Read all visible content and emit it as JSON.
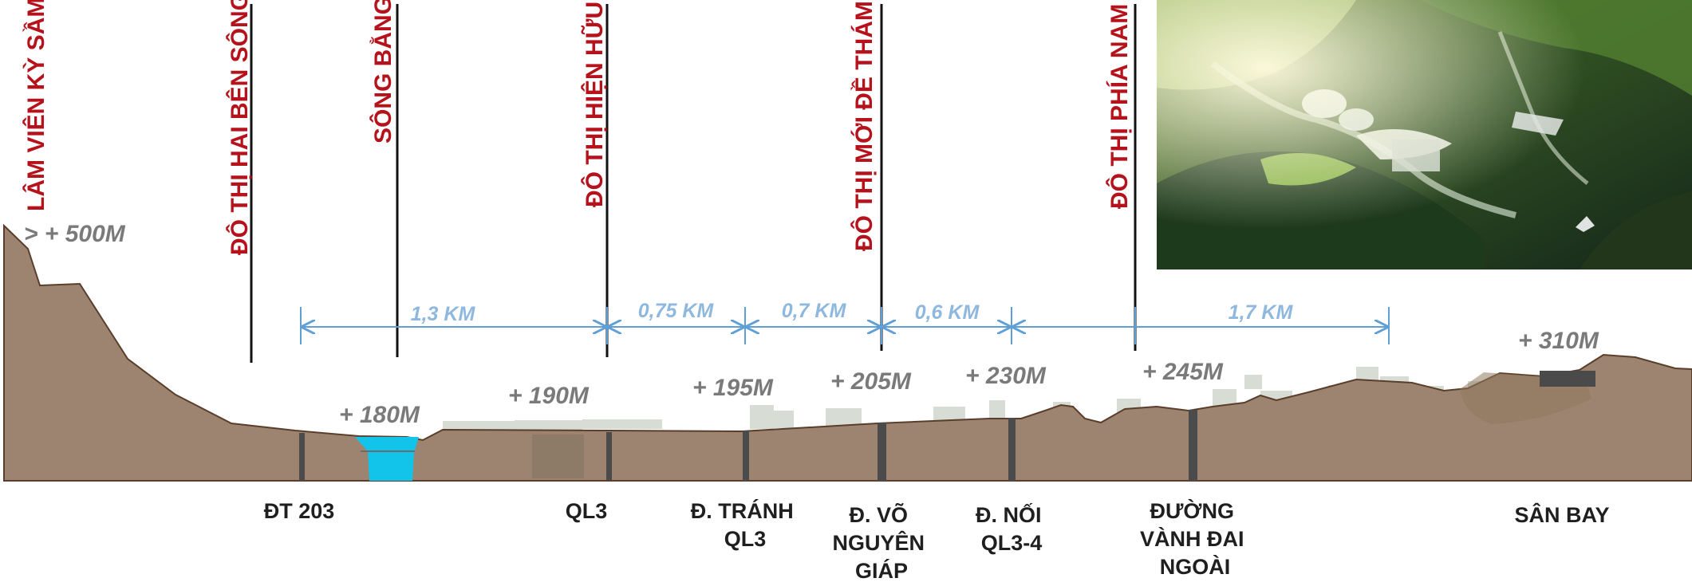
{
  "colors": {
    "terrain": "#9d8470",
    "terrain_edge": "#5a3e2b",
    "river": "#12c3ea",
    "zone_text": "#b5121b",
    "elevation_text": "#7a7a7a",
    "distance_text": "#8fb8de",
    "road_text": "#1f1f1f",
    "pillar": "#4b4b4b",
    "city_silhouette": "#d7dcd4"
  },
  "zones": [
    {
      "id": "lam-vien",
      "label": "LÂM VIÊN KỲ SẦM"
    },
    {
      "id": "hai-ben-song",
      "label": "ĐÔ THỊ HAI BÊN SÔNG"
    },
    {
      "id": "song-bang",
      "label": "SÔNG BẰNG"
    },
    {
      "id": "hien-huu",
      "label": "ĐÔ THỊ HIỆN HỮU"
    },
    {
      "id": "moi-de-tham",
      "label": "ĐÔ THỊ MỚI ĐỀ THÁM"
    },
    {
      "id": "phia-nam",
      "label": "ĐÔ THỊ PHÍA NAM"
    }
  ],
  "elevations": [
    {
      "id": "500",
      "label": "> + 500M"
    },
    {
      "id": "180",
      "label": "+ 180M"
    },
    {
      "id": "190",
      "label": "+ 190M"
    },
    {
      "id": "195",
      "label": "+ 195M"
    },
    {
      "id": "205",
      "label": "+ 205M"
    },
    {
      "id": "230",
      "label": "+ 230M"
    },
    {
      "id": "245",
      "label": "+ 245M"
    },
    {
      "id": "310",
      "label": "+ 310M"
    }
  ],
  "distances": [
    {
      "id": "d1",
      "label": "1,3 KM"
    },
    {
      "id": "d2",
      "label": "0,75 KM"
    },
    {
      "id": "d3",
      "label": "0,7 KM"
    },
    {
      "id": "d4",
      "label": "0,6 KM"
    },
    {
      "id": "d5",
      "label": "1,7 KM"
    }
  ],
  "roads": [
    {
      "id": "dt203",
      "lines": [
        "ĐT 203"
      ]
    },
    {
      "id": "ql3",
      "lines": [
        "QL3"
      ]
    },
    {
      "id": "tranh-ql3",
      "lines": [
        "Đ. TRÁNH",
        "QL3"
      ]
    },
    {
      "id": "vo-nguyen-giap",
      "lines": [
        "Đ. VÕ",
        "NGUYÊN",
        "GIÁP"
      ]
    },
    {
      "id": "noi-ql3-4",
      "lines": [
        "Đ. NỐI",
        "QL3-4"
      ]
    },
    {
      "id": "vanh-dai",
      "lines": [
        "ĐƯỜNG",
        "VÀNH ĐAI",
        "NGOÀI"
      ]
    },
    {
      "id": "san-bay",
      "lines": [
        "SÂN BAY"
      ]
    }
  ]
}
